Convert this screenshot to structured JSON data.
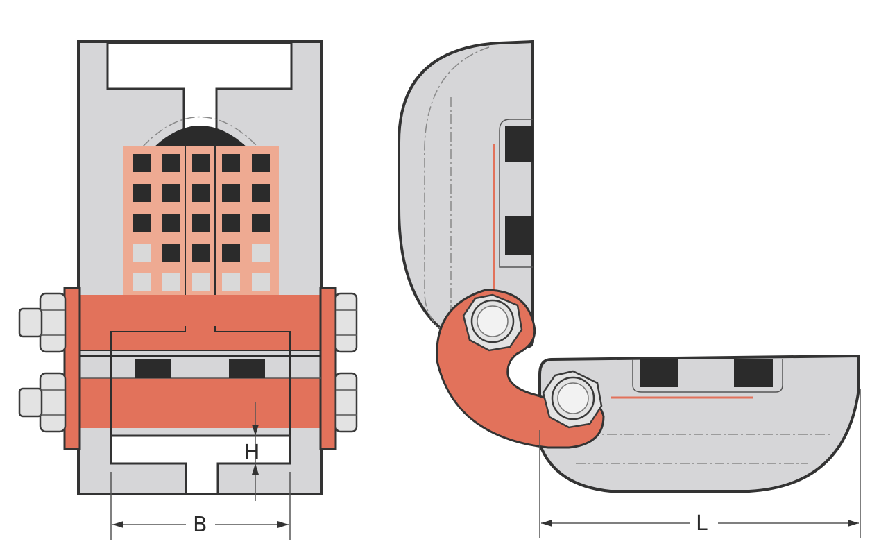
{
  "figure": {
    "views": [
      "cross-section",
      "side-view"
    ],
    "colors": {
      "housing": "#d6d6d8",
      "copper": "#e2725b",
      "copper_grid": "#eeaa92",
      "outline": "#333333",
      "dark_insert": "#2b2b2b"
    }
  },
  "dimensions": {
    "width_label": "B",
    "height_label": "H",
    "length_label": "L"
  }
}
